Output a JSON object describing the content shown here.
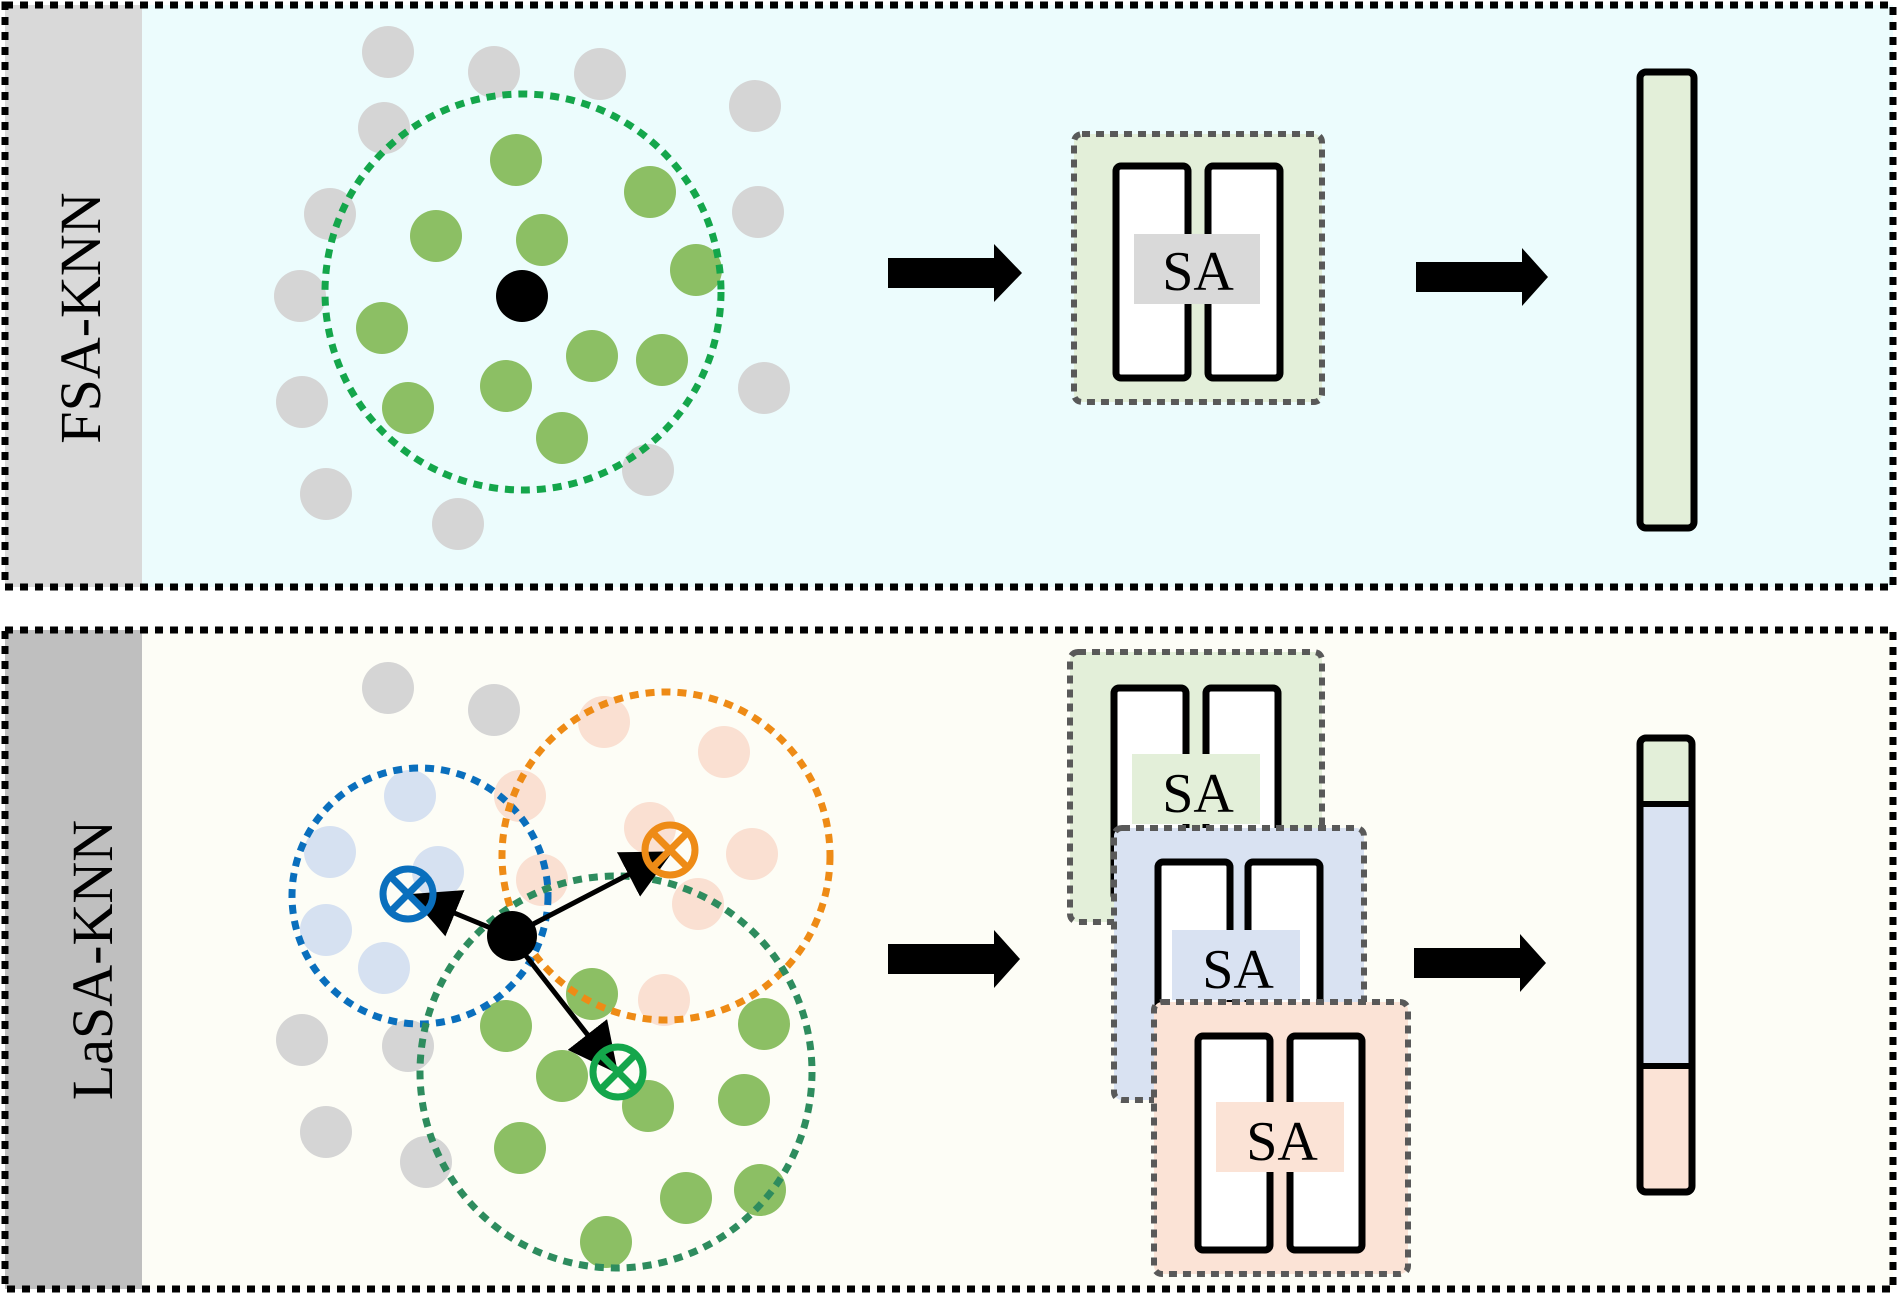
{
  "panels": {
    "top": {
      "label": "FSA-KNN",
      "sa_label": "SA"
    },
    "bottom": {
      "label": "LaSA-KNN",
      "sa_labels": [
        "SA",
        "SA",
        "SA"
      ]
    }
  },
  "colors": {
    "top_panel_bg": "#ecfcfd",
    "bottom_panel_bg": "#fdfdf6",
    "top_sidebar": "#d9d9d9",
    "bottom_sidebar": "#bfbfbf",
    "gray_point": "#d5d5d5",
    "green_point": "#8cbf64",
    "blue_point": "#d6e1f1",
    "orange_point": "#fae0d2",
    "green_dash": "#14a64b",
    "teal_dash": "#2e8c5e",
    "blue_dash": "#0a6fbd",
    "orange_dash": "#ee8b16",
    "green_block": "#e3efd9",
    "blue_block": "#d9e2f2",
    "orange_block": "#fbe3d6",
    "label_gray": "#d9d9d9",
    "frame_dash": "#000000",
    "block_dash": "#595959"
  },
  "icons": {
    "query_point": "black-dot-icon",
    "cluster_center": "circled-times-icon",
    "arrow": "right-arrow-icon"
  }
}
